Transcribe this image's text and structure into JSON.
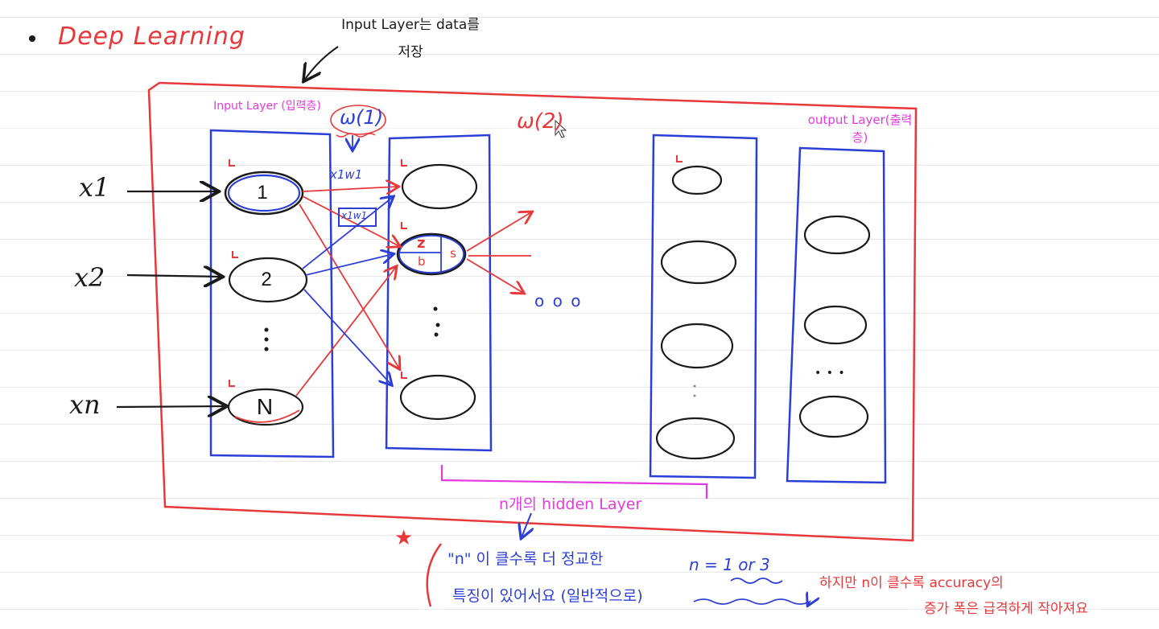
{
  "title": "Deep Learning",
  "annotations": {
    "input_note": "Input Layer는 data를 저장",
    "input_layer": "Input Layer (입력층)",
    "w1": "ω(1)",
    "w2": "ω(2)",
    "x1w1": "x1w1",
    "x1w1_boxed": "x1w1",
    "output_layer": "output Layer(출력층)",
    "hidden_layers": "n개의 hidden Layer",
    "n_note_line1": "\"n\" 이 클수록 더 정교한",
    "n_note_line2": "특징이 있어서요 (일반적으로)",
    "n_value": "n = 1 or 3",
    "accuracy_note_line1": "하지만 n이 클수록 accuracy의",
    "accuracy_note_line2": "증가 폭은 급격하게 작아져요",
    "star": "★",
    "ellipsis_hidden": "o o o",
    "ellipsis_output": "• • •"
  },
  "inputs": [
    {
      "var": "x1",
      "node": "1"
    },
    {
      "var": "x2",
      "node": "2"
    },
    {
      "var": "xn",
      "node": "N"
    }
  ],
  "hidden_node_parts": {
    "z": "z",
    "b": "b",
    "s": "s"
  },
  "colors": {
    "red": "#e8383a",
    "blue": "#2b3fd6",
    "magenta": "#e23adf",
    "black": "#1a1a1a",
    "rule": "#e6e6e6"
  }
}
